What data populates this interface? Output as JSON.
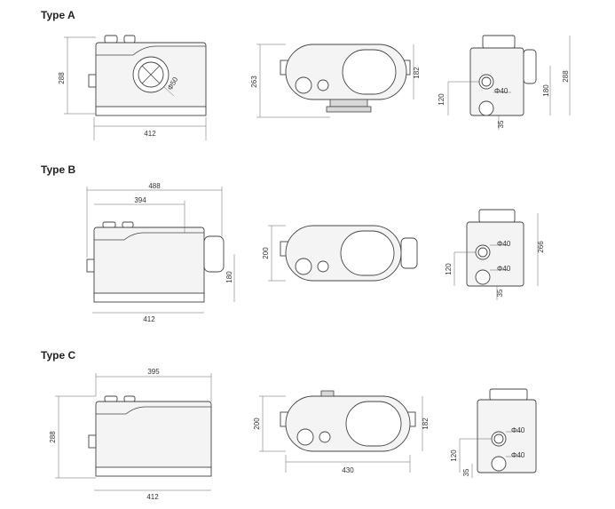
{
  "types": [
    {
      "title": "Type A",
      "front": {
        "width": "412",
        "height": "288",
        "outlet": "Φ50"
      },
      "top": {
        "length": "263",
        "width": "182"
      },
      "side": {
        "height": "288",
        "outlet_height": "180",
        "inlet_height": "120",
        "inlet_dia": "Φ40",
        "bottom": "35"
      }
    },
    {
      "title": "Type B",
      "front": {
        "overall": "488",
        "body": "394",
        "width": "412",
        "outlet_height": "180"
      },
      "top": {
        "width": "200"
      },
      "side": {
        "height": "266",
        "inlet_dia_upper": "Φ40",
        "inlet_dia_lower": "Φ40",
        "inlet_height": "120",
        "bottom": "35"
      }
    },
    {
      "title": "Type C",
      "front": {
        "length": "395",
        "height": "288",
        "width": "412"
      },
      "top": {
        "width": "200",
        "depth": "182",
        "length": "430"
      },
      "side": {
        "inlet_dia_upper": "Φ40",
        "inlet_dia_lower": "Φ40",
        "inlet_height": "120",
        "bottom": "35"
      }
    }
  ]
}
